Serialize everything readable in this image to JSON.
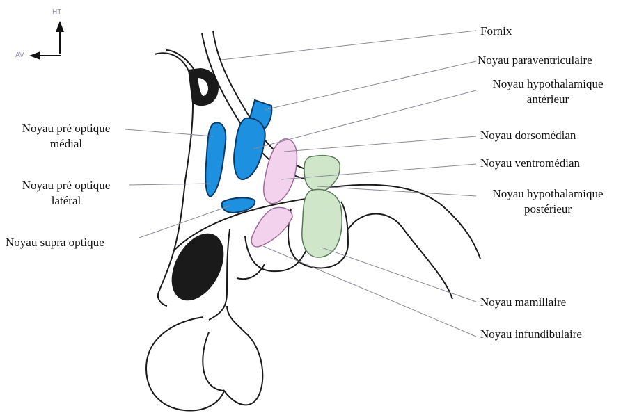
{
  "orientation": {
    "up_label": "HT",
    "left_label": "AV"
  },
  "labels_left": {
    "preoptique_medial_line1": "Noyau pré optique",
    "preoptique_medial_line2": "médial",
    "preoptique_lateral_line1": "Noyau pré optique",
    "preoptique_lateral_line2": "latéral",
    "supra_optique": "Noyau supra optique"
  },
  "labels_right": {
    "fornix": "Fornix",
    "paraventriculaire": "Noyau paraventriculaire",
    "hypothalamique_anterieur_line1": "Noyau hypothalamique",
    "hypothalamique_anterieur_line2": "antérieur",
    "dorsomedian": "Noyau dorsomédian",
    "ventromedian": "Noyau ventromédian",
    "hypothalamique_posterieur_line1": "Noyau hypothalamique",
    "hypothalamique_posterieur_line2": "postérieur",
    "mamillaire": "Noyau mamillaire",
    "infundibulaire": "Noyau infundibulaire"
  },
  "colors": {
    "outline": "#1a1a1a",
    "leader_line": "#8a8a9a",
    "blue_nuclei": "#1e90e0",
    "pink_nuclei": "#f3d2ee",
    "green_nuclei": "#cfe6c9",
    "optic_chiasm": "#1a1a1a"
  }
}
